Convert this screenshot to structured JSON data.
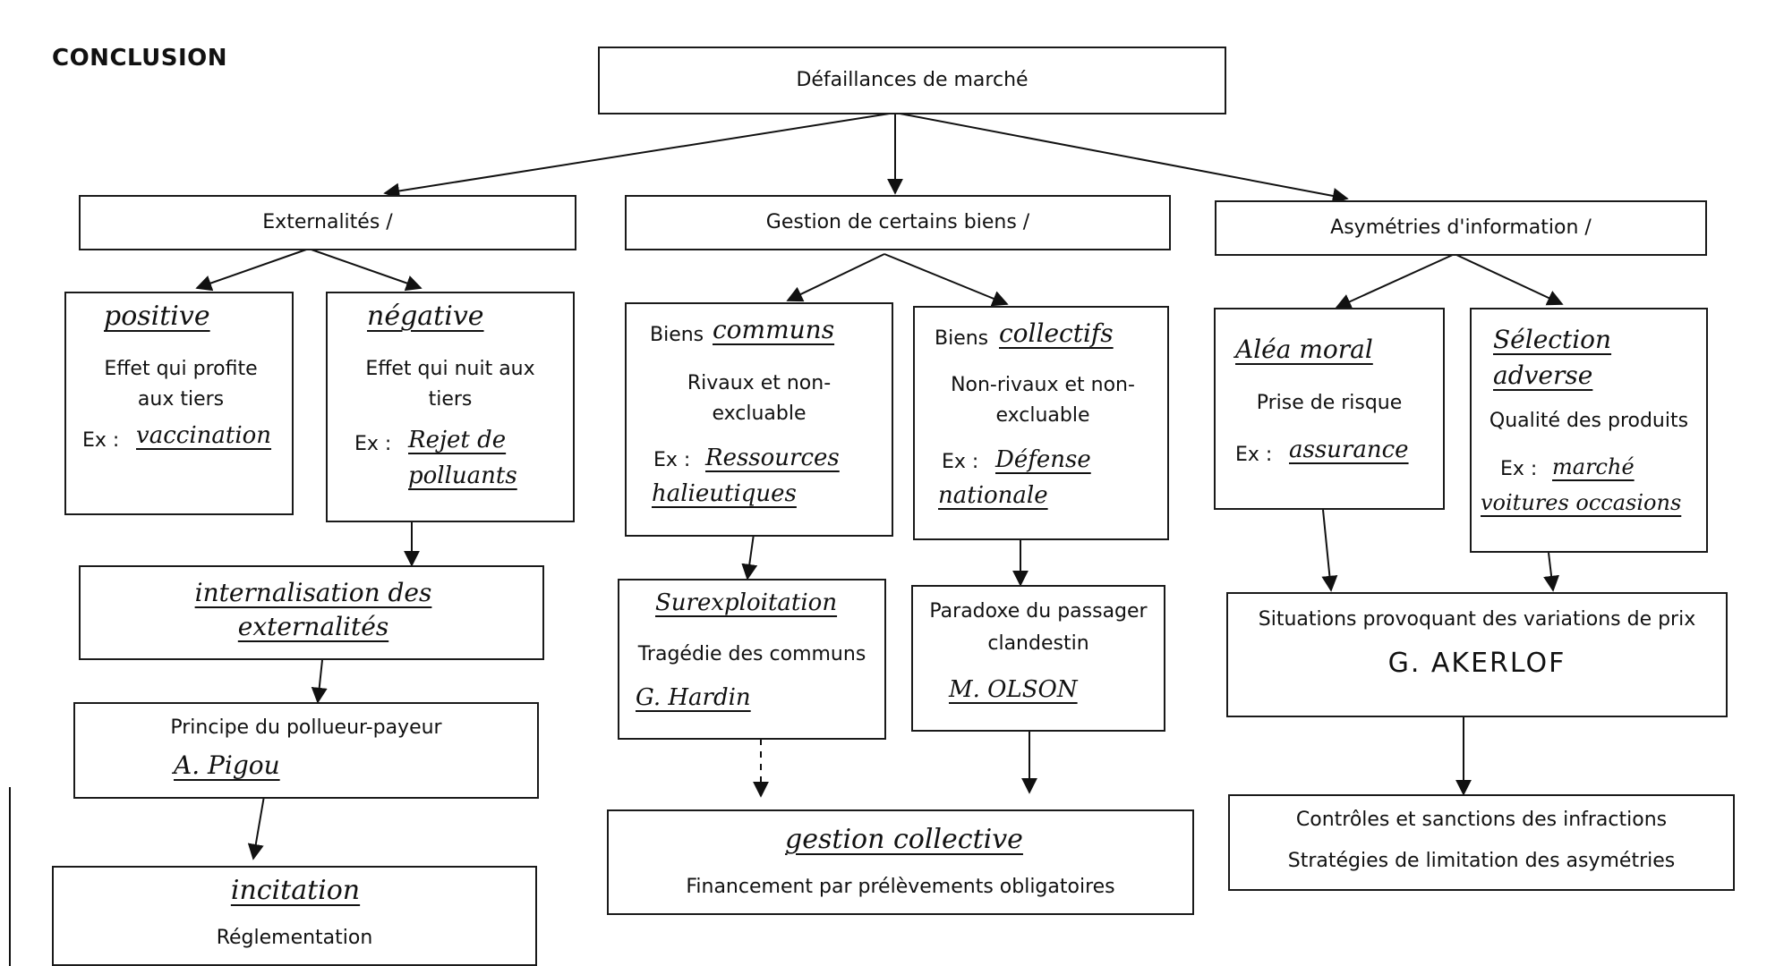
{
  "heading": "CONCLUSION",
  "root": "Défaillances de marché",
  "columns": {
    "externalites": {
      "title": "Externalités /",
      "positive": {
        "label": "positive",
        "desc": "Effet qui profite aux tiers",
        "ex_prefix": "Ex :",
        "ex_value": "vaccination"
      },
      "negative": {
        "label": "négative",
        "desc": "Effet qui nuit aux tiers",
        "ex_prefix": "Ex :",
        "ex_value": "Rejet de polluants"
      },
      "internalisation": "internalisation des externalités",
      "pollueur": {
        "text": "Principe du pollueur-payeur",
        "author": "A. Pigou"
      },
      "incitation": {
        "hand": "incitation",
        "text": "Réglementation"
      }
    },
    "gestion": {
      "title": "Gestion de certains biens /",
      "communs": {
        "prefix": "Biens",
        "label": "communs",
        "desc": "Rivaux et non-excluable",
        "ex_prefix": "Ex :",
        "ex_value": "Ressources halieutiques"
      },
      "collectifs": {
        "prefix": "Biens",
        "label": "collectifs",
        "desc": "Non-rivaux et non-excluable",
        "ex_prefix": "Ex :",
        "ex_value": "Défense nationale"
      },
      "surexploitation": {
        "hand": "Surexploitation",
        "text": "Tragédie des communs",
        "author": "G. Hardin"
      },
      "paradoxe": {
        "text": "Paradoxe du passager clandestin",
        "author": "M. OLSON"
      },
      "gestion_collective": {
        "hand": "gestion collective",
        "text": "Financement par prélèvements obligatoires"
      }
    },
    "asymetries": {
      "title": "Asymétries d'information /",
      "alea": {
        "label": "Aléa moral",
        "desc": "Prise de risque",
        "ex_prefix": "Ex :",
        "ex_value": "assurance"
      },
      "selection": {
        "label": "Sélection adverse",
        "desc": "Qualité des produits",
        "ex_prefix": "Ex :",
        "ex_value": "marché voitures occasions"
      },
      "variations": {
        "text": "Situations provoquant des variations de prix",
        "author": "G. AKERLOF"
      },
      "controles": {
        "line1": "Contrôles et sanctions des infractions",
        "line2": "Stratégies de limitation des asymétries"
      }
    }
  }
}
